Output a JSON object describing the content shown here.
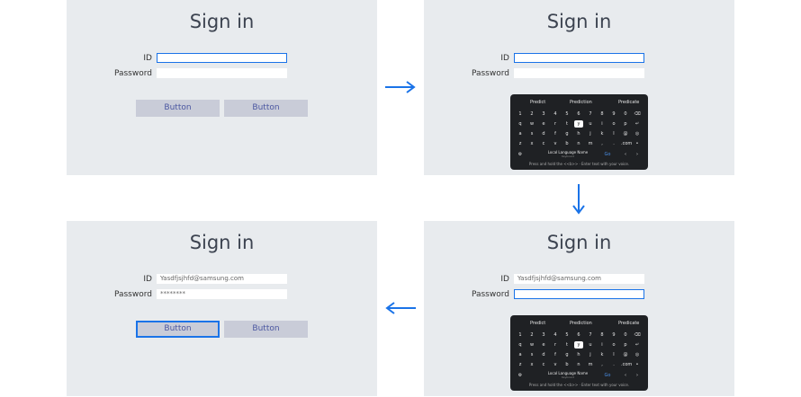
{
  "colors": {
    "focus": "#1a73e8",
    "panel": "#e8ebee",
    "button": "#c9ccd8",
    "keyboard": "#1f2124",
    "arrow": "#1a73e8"
  },
  "title": "Sign in",
  "labels": {
    "id": "ID",
    "password": "Password"
  },
  "button_label": "Button",
  "values": {
    "id": "Yasdfjsjhfd@samsung.com",
    "password": "********"
  },
  "keyboard": {
    "predictions": [
      "Predict",
      "Prediction",
      "Predicate"
    ],
    "rows": [
      [
        "1",
        "2",
        "3",
        "4",
        "5",
        "6",
        "7",
        "8",
        "9",
        "0",
        "del-icon"
      ],
      [
        "q",
        "w",
        "e",
        "r",
        "t",
        "y",
        "u",
        "i",
        "o",
        "p",
        "↵"
      ],
      [
        "a",
        "s",
        "d",
        "f",
        "g",
        "h",
        "j",
        "k",
        "l",
        "@",
        "globe-icon"
      ],
      [
        "z",
        "x",
        "c",
        "v",
        "b",
        "n",
        "m",
        ",",
        ".",
        ".com",
        "mic-icon"
      ]
    ],
    "selected_key": "y",
    "space_label": "Local Language Name",
    "space_sublabel": "Keyboard",
    "go_label": "Go",
    "hint": "Press and hold the <<b>> · Enter text with your voice."
  },
  "icons": [
    "settings-icon",
    "chevron-left-icon",
    "chevron-right-icon",
    "arrow-right-icon",
    "arrow-down-icon",
    "arrow-left-icon"
  ]
}
